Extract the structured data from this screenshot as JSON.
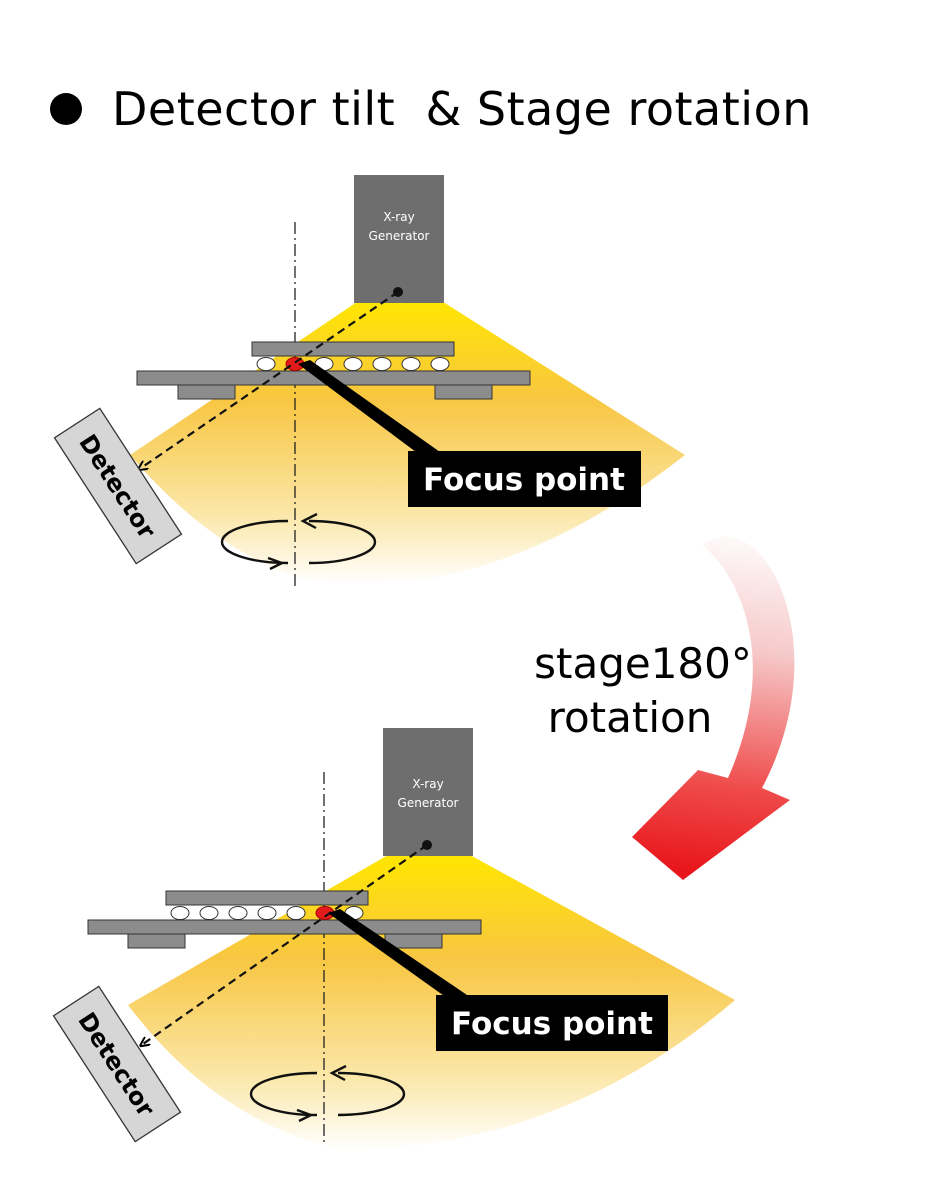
{
  "title": "Detector tilt  & Stage rotation",
  "top_view": {
    "generator_label_line1": "X-ray",
    "generator_label_line2": "Generator",
    "detector_label": "Detector",
    "focus_label": "Focus point"
  },
  "bottom_view": {
    "generator_label_line1": "X-ray",
    "generator_label_line2": "Generator",
    "detector_label": "Detector",
    "focus_label": "Focus point"
  },
  "rotation_note": {
    "line1": "stage180°",
    "line2": "rotation"
  },
  "colors": {
    "beam_top": "#ffe600",
    "beam_bottom": "#ffffff",
    "equipment_gray": "#6e6e6e",
    "stage_gray": "#8c8c8c",
    "detector_fill": "#d6d6d6",
    "focus_red": "#e41b1b",
    "arrow_red": "#e8161b",
    "label_bg": "#000000"
  }
}
